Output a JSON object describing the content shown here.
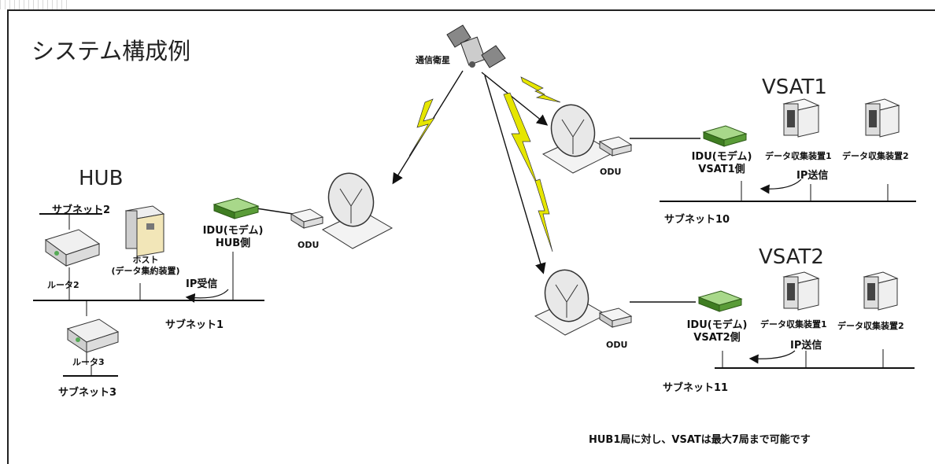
{
  "title": "システム構成例",
  "satellite": {
    "label": "通信衛星"
  },
  "hub": {
    "title": "HUB",
    "idu_label_1": "IDU(モデム)",
    "idu_label_2": "HUB側",
    "odu_label": "ODU",
    "subnet2": "サブネット2",
    "subnet1": "サブネット1",
    "subnet3": "サブネット3",
    "router2": "ルータ2",
    "router3": "ルータ3",
    "host_label_1": "ホスト",
    "host_label_2": "(データ集約装置)",
    "ip_receive": "IP受信"
  },
  "vsat1": {
    "title": "VSAT1",
    "idu_label_1": "IDU(モデム)",
    "idu_label_2": "VSAT1側",
    "odu_label": "ODU",
    "collector1": "データ収集装置1",
    "collector2": "データ収集装置2",
    "ip_send": "IP送信",
    "subnet": "サブネット10"
  },
  "vsat2": {
    "title": "VSAT2",
    "idu_label_1": "IDU(モデム)",
    "idu_label_2": "VSAT2側",
    "odu_label": "ODU",
    "collector1": "データ収集装置1",
    "collector2": "データ収集装置2",
    "ip_send": "IP送信",
    "subnet": "サブネット11"
  },
  "note": "HUB1局に対し、VSATは最大7局まで可能です",
  "colors": {
    "modem": "#6aa84f",
    "lightning": "#e6e600",
    "line": "#111111"
  }
}
